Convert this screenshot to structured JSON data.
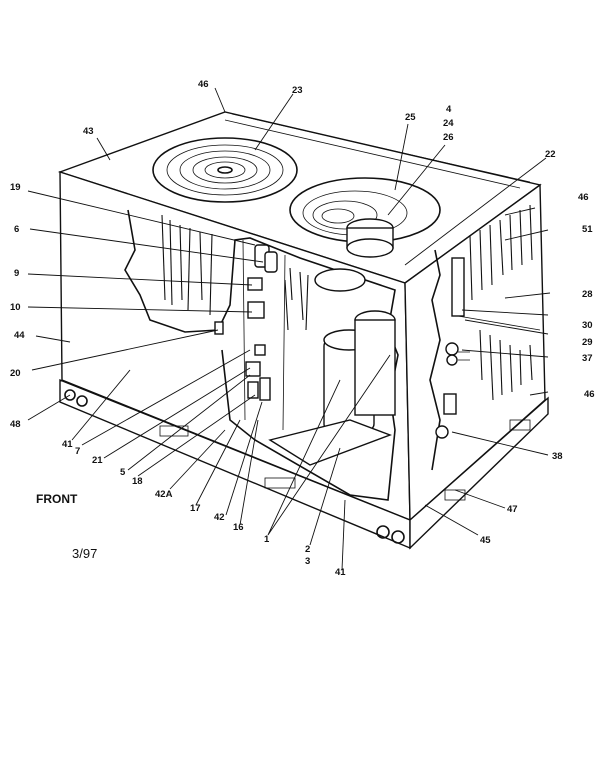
{
  "header_fragment": "",
  "front_label": "FRONT",
  "date_code": "3/97",
  "callouts": {
    "c46_top": "46",
    "c23": "23",
    "c4": "4",
    "c24": "24",
    "c26": "26",
    "c25": "25",
    "c43": "43",
    "c22": "22",
    "c46_right": "46",
    "c19": "19",
    "c51": "51",
    "c6": "6",
    "c9": "9",
    "c28": "28",
    "c10": "10",
    "c30": "30",
    "c29": "29",
    "c44": "44",
    "c37": "37",
    "c20": "20",
    "c46_side": "46",
    "c48": "48",
    "c41_left": "41",
    "c7": "7",
    "c38": "38",
    "c21": "21",
    "c5": "5",
    "c18": "18",
    "c47": "47",
    "c42A": "42A",
    "c17": "17",
    "c42": "42",
    "c16": "16",
    "c45": "45",
    "c1": "1",
    "c2": "2",
    "c3": "3",
    "c41_bottom": "41"
  }
}
